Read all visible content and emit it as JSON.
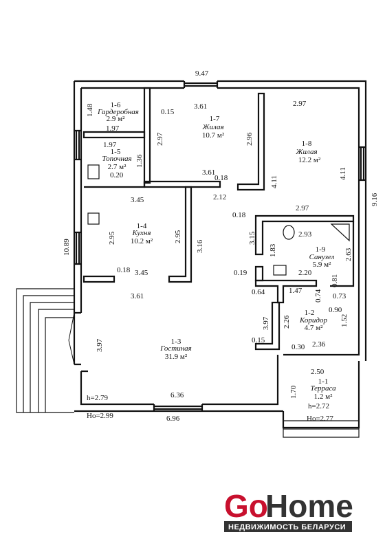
{
  "colors": {
    "ink": "#111111",
    "logo_red": "#c8102e",
    "logo_dark": "#333333",
    "logo_band": "#333333"
  },
  "rooms": [
    {
      "id": "1-6",
      "name": "Гардеробная",
      "area": "2.9 м²"
    },
    {
      "id": "1-7",
      "name": "Жилая",
      "area": "10.7 м²"
    },
    {
      "id": "1-8",
      "name": "Жилая",
      "area": "12.2 м²"
    },
    {
      "id": "1-5",
      "name": "Топочная",
      "area": "2.7 м²"
    },
    {
      "id": "1-4",
      "name": "Кухня",
      "area": "10.2 м²"
    },
    {
      "id": "1-9",
      "name": "Санузел",
      "area": "5.9 м²"
    },
    {
      "id": "1-2",
      "name": "Коридор",
      "area": "4.7 м²"
    },
    {
      "id": "1-3",
      "name": "Гостиная",
      "area": "31.9 м²"
    },
    {
      "id": "1-1",
      "name": "Терраса",
      "area": "1.2 м²"
    }
  ],
  "dimensions": {
    "top_total": "9.47",
    "right_total": "9.16",
    "left_total": "10.89",
    "bottom_total": "6.96",
    "d_1_48": "1.48",
    "d_0_15a": "0.15",
    "d_3_61a": "3.61",
    "d_2_97a": "2.97",
    "d_1_97a": "1.97",
    "d_2_97b": "2.97",
    "d_2_96": "2.96",
    "d_1_97b": "1.97",
    "d_1_36": "1.36",
    "d_0_20": "0.20",
    "d_3_61b": "3.61",
    "d_0_18a": "0.18",
    "d_4_11a": "4.11",
    "d_4_11b": "4.11",
    "d_3_45a": "3.45",
    "d_2_12": "2.12",
    "d_0_18b": "0.18",
    "d_2_97c": "2.97",
    "d_2_95a": "2.95",
    "d_2_95b": "2.95",
    "d_3_16": "3.16",
    "d_3_15": "3.15",
    "d_1_83": "1.83",
    "d_2_93": "2.93",
    "d_2_63": "2.63",
    "d_0_18c": "0.18",
    "d_3_45b": "3.45",
    "d_0_19": "0.19",
    "d_2_20": "2.20",
    "d_0_81": "0.81",
    "d_0_64": "0.64",
    "d_1_47": "1.47",
    "d_0_74": "0.74",
    "d_0_73": "0.73",
    "d_3_61c": "3.61",
    "d_0_90": "0.90",
    "d_2_26": "2.26",
    "d_1_52": "1.52",
    "d_3_97a": "3.97",
    "d_3_97b": "3.97",
    "d_0_15b": "0.15",
    "d_0_30": "0.30",
    "d_2_36": "2.36",
    "d_2_50": "2.50",
    "d_1_70": "1.70",
    "d_6_36": "6.36"
  },
  "heights": {
    "h_main": "h=2.79",
    "ho_main": "Ho=2.99",
    "h_terrace": "h=2.72",
    "ho_terrace": "Ho=2.77"
  },
  "logo": {
    "part1": "Go",
    "part2": "Home",
    "tagline": "НЕДВИЖИМОСТЬ БЕЛАРУСИ"
  }
}
